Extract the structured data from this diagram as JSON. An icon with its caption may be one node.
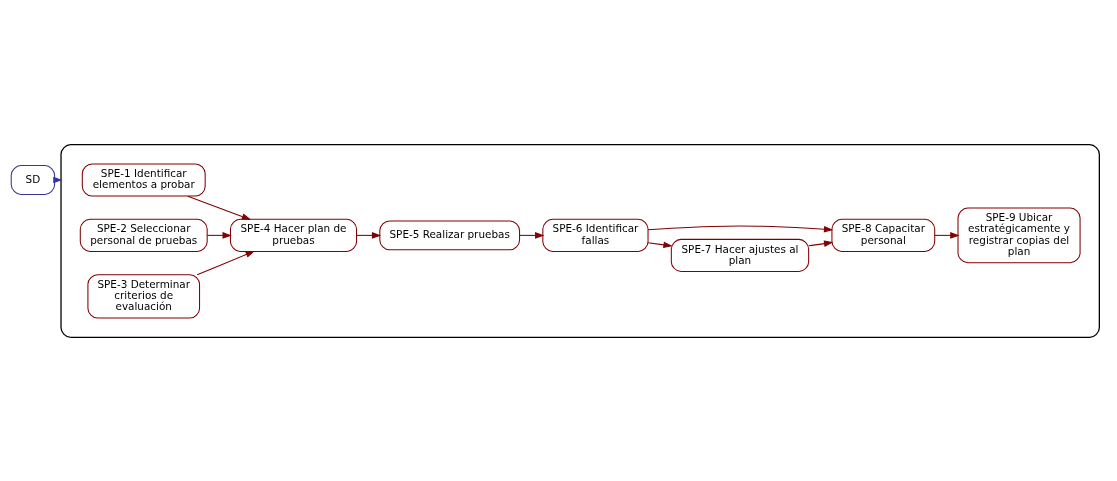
{
  "diagram": {
    "nodes": [
      {
        "text": [
          "SD"
        ]
      },
      {
        "text": [],
        "shape": "cloud"
      },
      {
        "text": [
          "SPE-1 Identificar elementos a probar"
        ],
        "in": 1
      },
      {
        "text": [
          "SPE-2 Seleccionar personal de pruebas"
        ],
        "in": 1
      },
      {
        "text": [
          "SPE-3 Determinar criterios de evaluación"
        ],
        "in": 1
      },
      {
        "text": [
          "SPE-4 Hacer plan de pruebas"
        ],
        "in": 1
      },
      {
        "text": [
          "SPE-5 Realizar pruebas"
        ],
        "in": 1
      },
      {
        "text": [
          "SPE-6 Identificar fallas"
        ],
        "in": 1
      },
      {
        "text": [
          "SPE-7 Hacer ajustes al plan"
        ],
        "in": 1
      },
      {
        "text": [
          "SPE-8 Capacitar personal"
        ],
        "in": 1
      },
      {
        "text": [
          "SPE-9 Ubicar estratégicamente y registrar copias del plan"
        ],
        "in": 1
      }
    ],
    "edges": [
      {
        "from": 0,
        "to": 1,
        "arrow": "to",
        "style": "dashed",
        "color": "#3333aa"
      },
      {
        "from": 2,
        "to": 5,
        "arrow": "to"
      },
      {
        "from": 3,
        "to": 5,
        "arrow": "to"
      },
      {
        "from": 4,
        "to": 5,
        "arrow": "to"
      },
      {
        "from": 5,
        "to": 6,
        "arrow": "to"
      },
      {
        "from": 6,
        "to": 7,
        "arrow": "to"
      },
      {
        "from": 7,
        "to": 9,
        "arrow": "to"
      },
      {
        "from": 7,
        "to": 8,
        "arrow": "to"
      },
      {
        "from": 8,
        "to": 9,
        "arrow": "to"
      },
      {
        "from": 9,
        "to": 10,
        "arrow": "to"
      }
    ]
  }
}
